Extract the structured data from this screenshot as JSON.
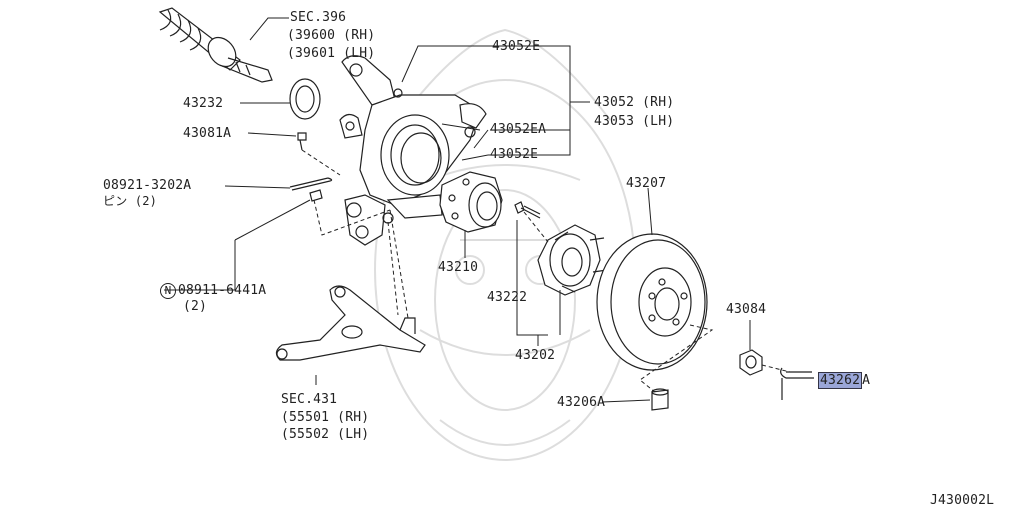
{
  "labels": {
    "sec396": "SEC.396",
    "p39600": "(39600 (RH)",
    "p39601": "(39601 (LH)",
    "p43052E_top": "43052E",
    "p43232": "43232",
    "p43052rh": "43052 (RH)",
    "p43053lh": "43053 (LH)",
    "p43081A": "43081A",
    "p43052EA": "43052EA",
    "p43052E_bot": "43052E",
    "p08921": "08921-3202A",
    "pin2": "ピン (2)",
    "p43207": "43207",
    "p43210": "43210",
    "p08911_n": "N",
    "p08911": "08911-6441A",
    "p08911_qty": "(2)",
    "p43222": "43222",
    "p43084": "43084",
    "p43202": "43202",
    "p43262": "43262",
    "p43262_suffix": "A",
    "sec431": "SEC.431",
    "p55501": "(55501 (RH)",
    "p55502": "(55502 (LH)",
    "p43206A": "43206A",
    "diagram_id": "J430002L"
  },
  "highlight_color": "#9aa6d8"
}
